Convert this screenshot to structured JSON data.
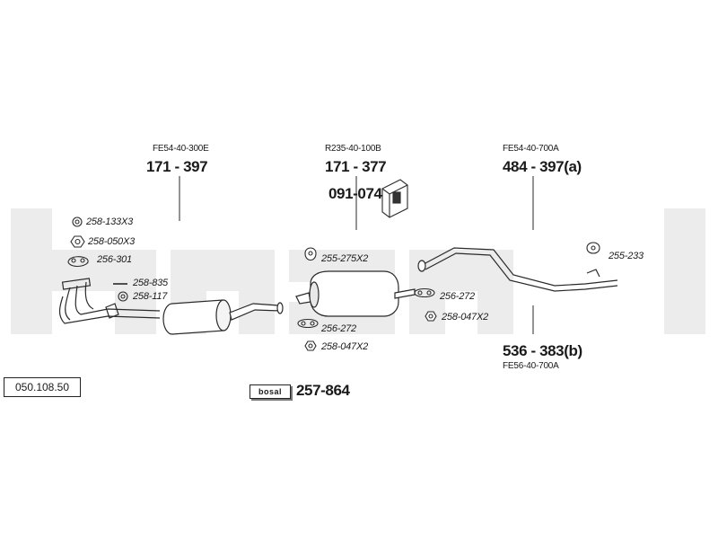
{
  "diagram_code": "050.108.50",
  "watermark_color": "#ececec",
  "line_color": "#2a2a2a",
  "assemblies": [
    {
      "ref": "FE54-40-300E",
      "part": "171 - 397"
    },
    {
      "ref": "R235-40-100B",
      "part": "171 - 377"
    },
    {
      "ref": "FE54-40-700A",
      "part": "484 - 397(a)"
    },
    {
      "ref": "FE56-40-700A",
      "part": "536 - 383(b)"
    }
  ],
  "bracket_part": "091-074",
  "small_parts": {
    "p258_133": "258-133X3",
    "p258_050": "258-050X3",
    "p256_301": "256-301",
    "p258_835": "258-835",
    "p258_117": "258-117",
    "p255_275": "255-275X2",
    "p256_272_a": "256-272",
    "p258_047_a": "258-047X2",
    "p256_272_b": "256-272",
    "p258_047_b": "258-047X2",
    "p255_233": "255-233"
  },
  "logo_text": "bosal",
  "kit_part": "257-864",
  "icons": [
    "washer-icon",
    "nut-icon",
    "gasket-icon",
    "clamp-icon",
    "rubber-mount-icon",
    "bracket-icon",
    "pipe-icon",
    "silencer-icon"
  ]
}
